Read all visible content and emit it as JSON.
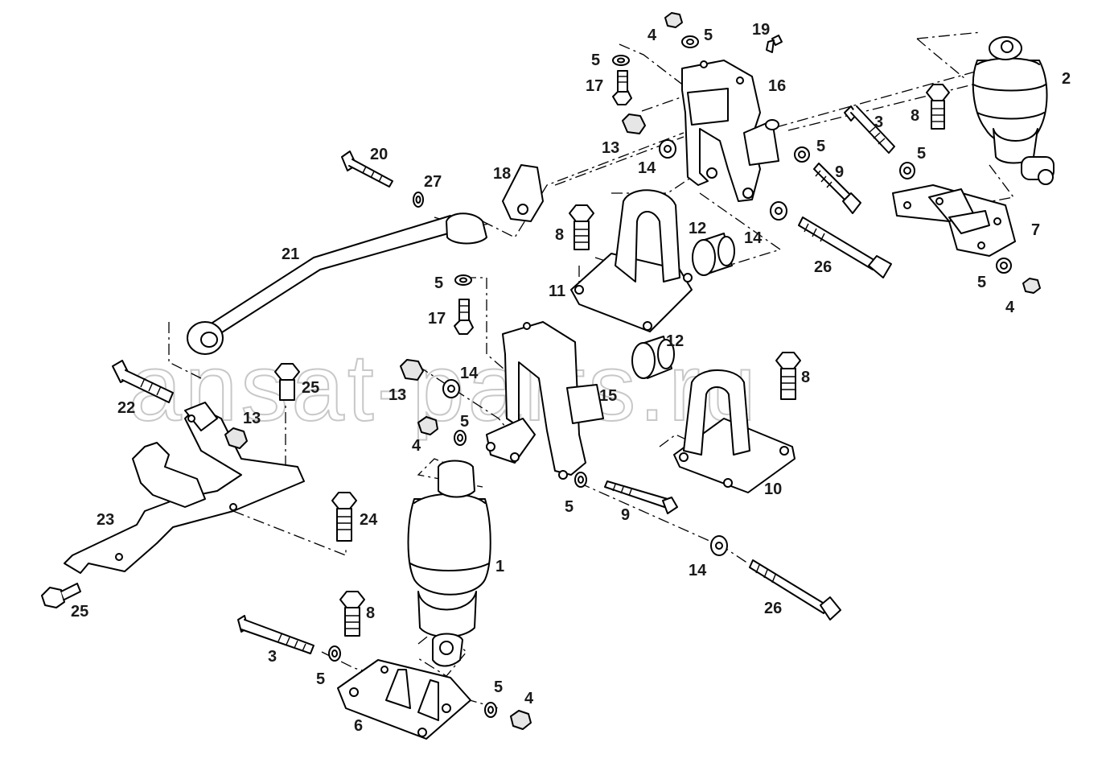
{
  "watermark": "ansat-parts.ru",
  "callouts": [
    {
      "id": "c1",
      "label": "1"
    },
    {
      "id": "c2",
      "label": "2"
    },
    {
      "id": "c3a",
      "label": "3"
    },
    {
      "id": "c3b",
      "label": "3"
    },
    {
      "id": "c4a",
      "label": "4"
    },
    {
      "id": "c4b",
      "label": "4"
    },
    {
      "id": "c4c",
      "label": "4"
    },
    {
      "id": "c4d",
      "label": "4"
    },
    {
      "id": "c5a",
      "label": "5"
    },
    {
      "id": "c5b",
      "label": "5"
    },
    {
      "id": "c5c",
      "label": "5"
    },
    {
      "id": "c5d",
      "label": "5"
    },
    {
      "id": "c5e",
      "label": "5"
    },
    {
      "id": "c5f",
      "label": "5"
    },
    {
      "id": "c5g",
      "label": "5"
    },
    {
      "id": "c5h",
      "label": "5"
    },
    {
      "id": "c5i",
      "label": "5"
    },
    {
      "id": "c5j",
      "label": "5"
    },
    {
      "id": "c5k",
      "label": "5"
    },
    {
      "id": "c6",
      "label": "6"
    },
    {
      "id": "c7",
      "label": "7"
    },
    {
      "id": "c8a",
      "label": "8"
    },
    {
      "id": "c8b",
      "label": "8"
    },
    {
      "id": "c8c",
      "label": "8"
    },
    {
      "id": "c8d",
      "label": "8"
    },
    {
      "id": "c9a",
      "label": "9"
    },
    {
      "id": "c9b",
      "label": "9"
    },
    {
      "id": "c10",
      "label": "10"
    },
    {
      "id": "c11",
      "label": "11"
    },
    {
      "id": "c12a",
      "label": "12"
    },
    {
      "id": "c12b",
      "label": "12"
    },
    {
      "id": "c13a",
      "label": "13"
    },
    {
      "id": "c13b",
      "label": "13"
    },
    {
      "id": "c13c",
      "label": "13"
    },
    {
      "id": "c14a",
      "label": "14"
    },
    {
      "id": "c14b",
      "label": "14"
    },
    {
      "id": "c14c",
      "label": "14"
    },
    {
      "id": "c14d",
      "label": "14"
    },
    {
      "id": "c15",
      "label": "15"
    },
    {
      "id": "c16",
      "label": "16"
    },
    {
      "id": "c17a",
      "label": "17"
    },
    {
      "id": "c17b",
      "label": "17"
    },
    {
      "id": "c18",
      "label": "18"
    },
    {
      "id": "c19",
      "label": "19"
    },
    {
      "id": "c20",
      "label": "20"
    },
    {
      "id": "c21",
      "label": "21"
    },
    {
      "id": "c22",
      "label": "22"
    },
    {
      "id": "c23",
      "label": "23"
    },
    {
      "id": "c24",
      "label": "24"
    },
    {
      "id": "c25a",
      "label": "25"
    },
    {
      "id": "c25b",
      "label": "25"
    },
    {
      "id": "c26a",
      "label": "26"
    },
    {
      "id": "c26b",
      "label": "26"
    },
    {
      "id": "c27",
      "label": "27"
    }
  ]
}
